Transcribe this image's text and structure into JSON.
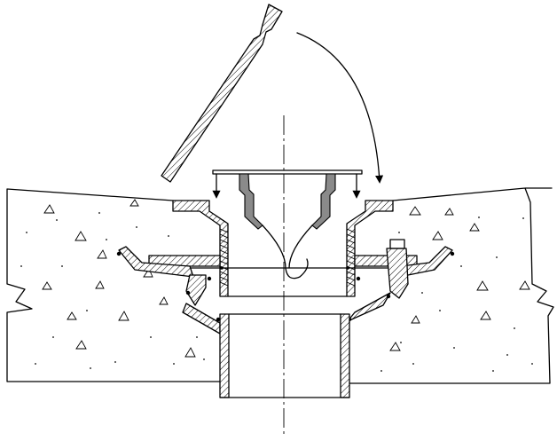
{
  "drawing": {
    "colors": {
      "line": "#000000",
      "paper": "#ffffff",
      "cartridge": "#8a8a8a"
    },
    "parts": [
      "concrete-slab",
      "hinged-grate",
      "odour-trap-cartridge",
      "drain-body",
      "clamping-flange",
      "outlet-pipe",
      "membrane-seal",
      "centre-line"
    ]
  }
}
